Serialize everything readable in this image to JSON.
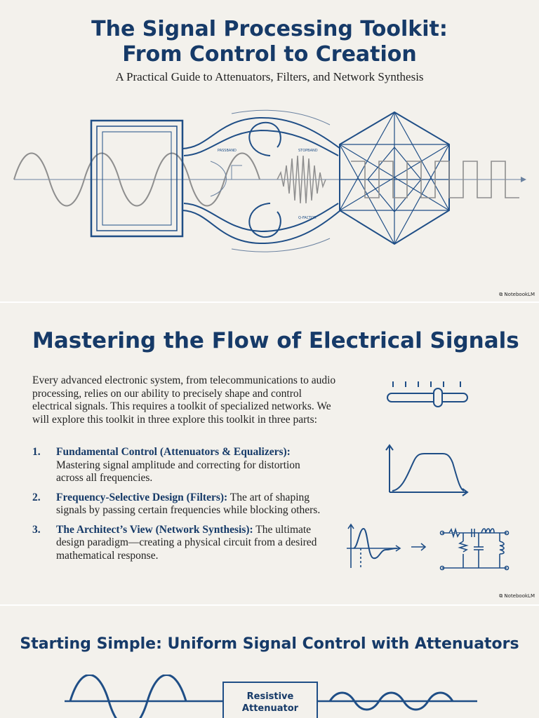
{
  "slide1": {
    "title_line1": "The Signal Processing Toolkit:",
    "title_line2": "From Control to Creation",
    "subtitle": "A Practical Guide to Attenuators, Filters, and Network Synthesis",
    "diagram_labels": {
      "passband": "PASSBAND",
      "stopband": "STOPBAND",
      "qfactor": "Q-FACTOR"
    },
    "brand": "NotebookLM"
  },
  "slide2": {
    "title": "Mastering the Flow of Electrical Signals",
    "intro": "Every advanced electronic system, from telecommunications to audio processing, relies on our ability to precisely shape and control electrical signals. This requires a toolkit of specialized networks. We will explore this toolkit in three explore this toolkit in three parts:",
    "items": [
      {
        "num": "1.",
        "lead": "Fundamental Control (Attenuators & Equalizers):",
        "body": " Mastering signal amplitude and correcting for distortion across all frequencies."
      },
      {
        "num": "2.",
        "lead": "Frequency-Selective Design (Filters):",
        "body": " The art of shaping signals by passing certain frequencies while blocking others."
      },
      {
        "num": "3.",
        "lead": "The Architect’s View (Network Synthesis):",
        "body": " The ultimate design paradigm—creating a physical circuit from a desired mathematical response."
      }
    ],
    "icons": [
      "slider-icon",
      "bandpass-response-icon",
      "synthesis-circuit-icon"
    ],
    "brand": "NotebookLM"
  },
  "slide3": {
    "title": "Starting Simple: Uniform Signal Control with Attenuators",
    "box_line1": "Resistive",
    "box_line2": "Attenuator"
  },
  "colors": {
    "navy": "#163a68",
    "line": "#1f4e86",
    "background": "#f3f1ec"
  }
}
